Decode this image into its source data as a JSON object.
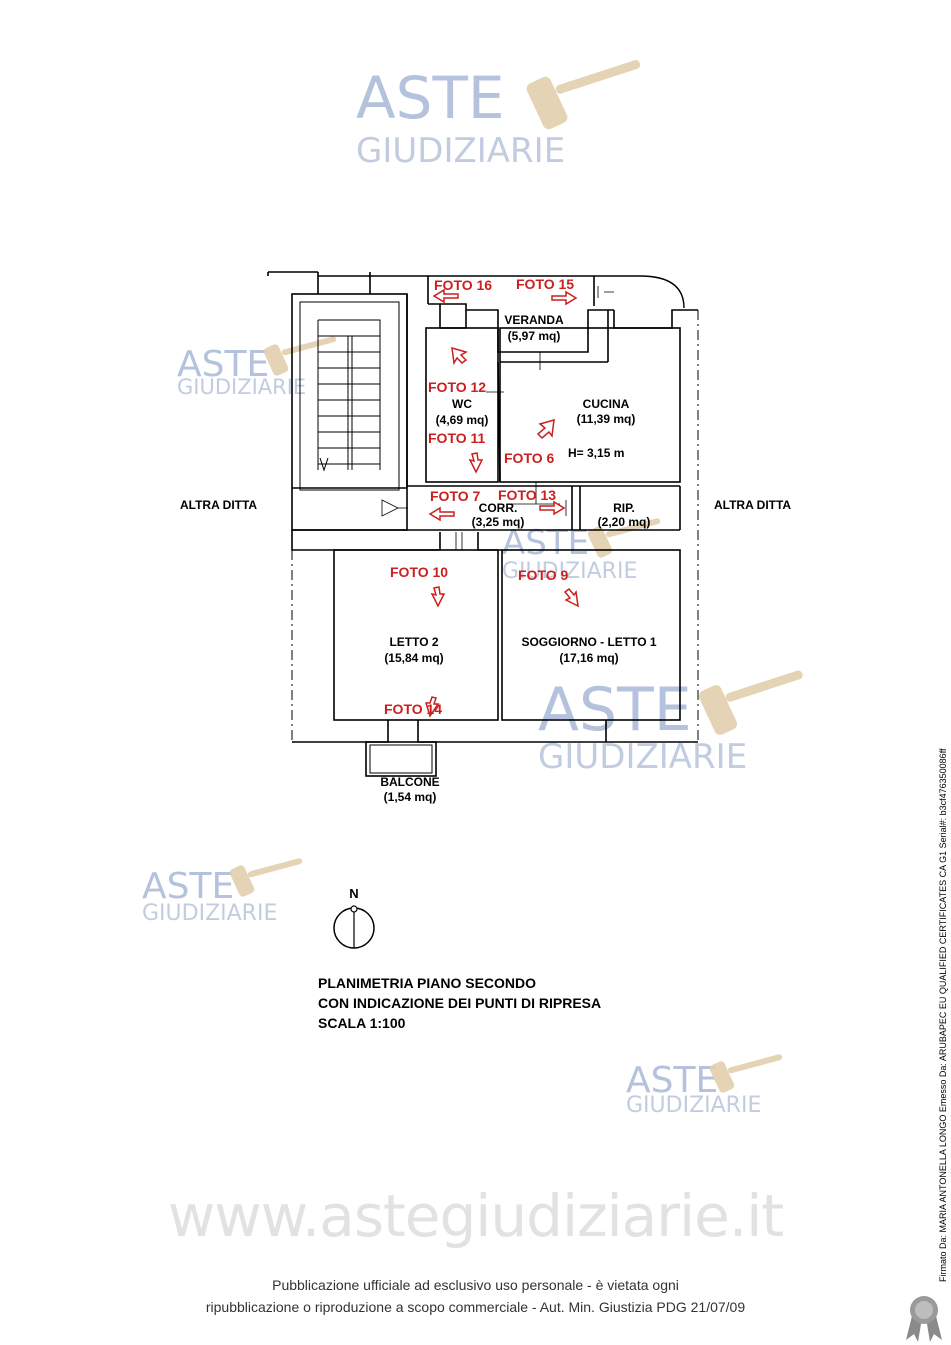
{
  "watermark": {
    "brand": "ASTE",
    "sub": "GIUDIZIARIE",
    "site": "www.astegiudiziarie.it"
  },
  "rooms": {
    "veranda": {
      "name": "VERANDA",
      "area": "(5,97 mq)"
    },
    "wc": {
      "name": "WC",
      "area": "(4,69 mq)"
    },
    "cucina": {
      "name": "CUCINA",
      "area": "(11,39 mq)",
      "height": "H= 3,15 m"
    },
    "corr": {
      "name": "CORR.",
      "area": "(3,25 mq)"
    },
    "rip": {
      "name": "RIP.",
      "area": "(2,20 mq)"
    },
    "letto2": {
      "name": "LETTO 2",
      "area": "(15,84 mq)"
    },
    "soggiorno": {
      "name": "SOGGIORNO - LETTO 1",
      "area": "(17,16 mq)"
    },
    "balcone": {
      "name": "BALCONE",
      "area": "(1,54 mq)"
    }
  },
  "neighbors": {
    "left": "ALTRA DITTA",
    "right": "ALTRA DITTA"
  },
  "photos": {
    "f6": "FOTO 6",
    "f7": "FOTO 7",
    "f9": "FOTO 9",
    "f10": "FOTO 10",
    "f11": "FOTO 11",
    "f12": "FOTO 12",
    "f13": "FOTO 13",
    "f14": "FOTO 14",
    "f15": "FOTO 15",
    "f16": "FOTO 16"
  },
  "north": "N",
  "caption": {
    "line1": "PLANIMETRIA  PIANO SECONDO",
    "line2": "CON INDICAZIONE DEI PUNTI DI RIPRESA",
    "line3": "SCALA 1:100"
  },
  "footer": {
    "line1": "Pubblicazione ufficiale ad esclusivo uso personale - è vietata ogni",
    "line2": "ripubblicazione o riproduzione a scopo commerciale - Aut. Min. Giustizia PDG 21/07/09"
  },
  "signature": "Firmato Da: MARIA ANTONELLA LONGO Emesso Da: ARUBAPEC EU QUALIFIED CERTIFICATES CA G1 Serial#: b3cf476350086ff",
  "colors": {
    "photo": "#cc1f1f",
    "watermark": "#a8b8d8"
  }
}
